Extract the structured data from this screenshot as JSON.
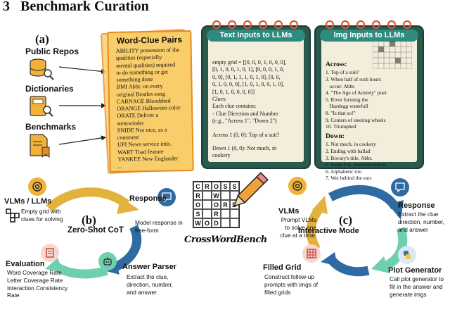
{
  "section": {
    "number": "3",
    "title": "Benchmark Curation"
  },
  "sources": {
    "label": "(a)",
    "items": [
      {
        "label": "Public Repos",
        "icon": "database-search-icon"
      },
      {
        "label": "Dictionaries",
        "icon": "book-search-icon"
      },
      {
        "label": "Benchmarks",
        "icon": "document-ribbon-icon"
      }
    ]
  },
  "word_clue": {
    "title": "Word-Clue Pairs",
    "lines": [
      "ABILITY possession of the",
      "qualities (especially",
      "mental qualities) required",
      "to do something or get",
      "something done",
      "BMI Abbr. on every",
      "original Beatles song",
      "CARNAGE Bloodshed",
      "ORANGE Halloween color",
      "ORATE Deliver a",
      "stemwinder",
      "SNIDE Not nice, as a",
      "comment",
      "UPI News service inits.",
      "WART Toad feature",
      "YANKEE New Englander",
      "..."
    ]
  },
  "text_inputs": {
    "title": "Text Inputs to LLMs",
    "lines": [
      "empty grid = [[0, 0, 0, 1, 0, 0, 0],",
      "[0, 1, 0, 0, 1, 0, 1], [0, 0, 0, 1, 0,",
      "0, 0], [0, 1, 1, 1, 0, 1, 0], [0, 0,",
      "0, 1, 0, 0, 0], [1, 0, 1, 0, 0, 1, 0],",
      "[1, 0, 1, 0, 0, 0, 0]]",
      "Clues:",
      "Each clue contains:",
      "- Clue Direction and Number",
      "(e.g., \"Across 1\", \"Down 2\")",
      "",
      "Across 1 (0, 0): Top of a suit?",
      "",
      "Down 1 (0, 0): Not much, in",
      "cookery"
    ]
  },
  "img_inputs": {
    "title": "Img Inputs to LLMs",
    "across_label": "Across:",
    "across": [
      "1. Top of a suit?",
      "3. When half of rush hours",
      "   occur: Abbr.",
      "4. \"The Age of Anxiety\" poet",
      "5. River forming the",
      "   Handegg waterfall",
      "8. \"Is that so!\"",
      "9. Centers of steering wheels",
      "10. Triumphed"
    ],
    "down_label": "Down:",
    "down": [
      "1. Not much, in cookery",
      "2. Ending with ballad",
      "3. Bovary's title. Abbr.",
      "5. Some P.A. announcements",
      "6. Alphabetic trio",
      "7. Wet behind the ears"
    ]
  },
  "zero_shot": {
    "label": "(b)",
    "mode": "Zero-Shot CoT",
    "vlms": {
      "title": "VLMs / LLMs",
      "desc": [
        "Empty grid with",
        "clues for solving"
      ]
    },
    "response": {
      "title": "Response",
      "desc": [
        "Model response in",
        "free-form"
      ]
    },
    "parser": {
      "title": "Answer Parser",
      "desc": [
        "Extract the clue,",
        "direction, number,",
        "and answer"
      ]
    },
    "evaluation": {
      "title": "Evaluation",
      "desc": [
        "Word Coverage Rate",
        "Letter Coverage Rate",
        "Interaction Consistency",
        "Rate"
      ]
    }
  },
  "logo": {
    "grid": [
      "C",
      "R",
      "O",
      "S",
      "S",
      "R",
      "",
      "W",
      "",
      "",
      "O",
      "",
      "O",
      "R",
      "D",
      "S",
      "",
      "R",
      "",
      "",
      "W",
      "O",
      "D",
      "",
      ""
    ],
    "text": "CrossWordBench"
  },
  "interactive": {
    "label": "(c)",
    "mode": "Interactive  Mode",
    "vlms": {
      "title": "VLMs",
      "desc": [
        "Prompt VLMs",
        "to solve one",
        "clue at a time."
      ]
    },
    "response": {
      "title": "Response",
      "desc": [
        "Extract the clue",
        "direction, number,",
        "and answer"
      ]
    },
    "plot": {
      "title": "Plot Generator",
      "desc": [
        "Call plot generator to",
        "fill in the answer and",
        "generate imgs"
      ]
    },
    "filled": {
      "title": "Filled Grid",
      "desc": [
        "Construct follow-up",
        "prompts with imgs of",
        "filled grids"
      ]
    }
  },
  "colors": {
    "note_fill": "#f9cd6a",
    "note_border": "#e88b1e",
    "board": "#2a5a4e",
    "board_title": "#2e8b80",
    "arrow_gold": "#e3b23c",
    "arrow_blue": "#2f6aa3",
    "arrow_teal": "#6fd0b0"
  }
}
